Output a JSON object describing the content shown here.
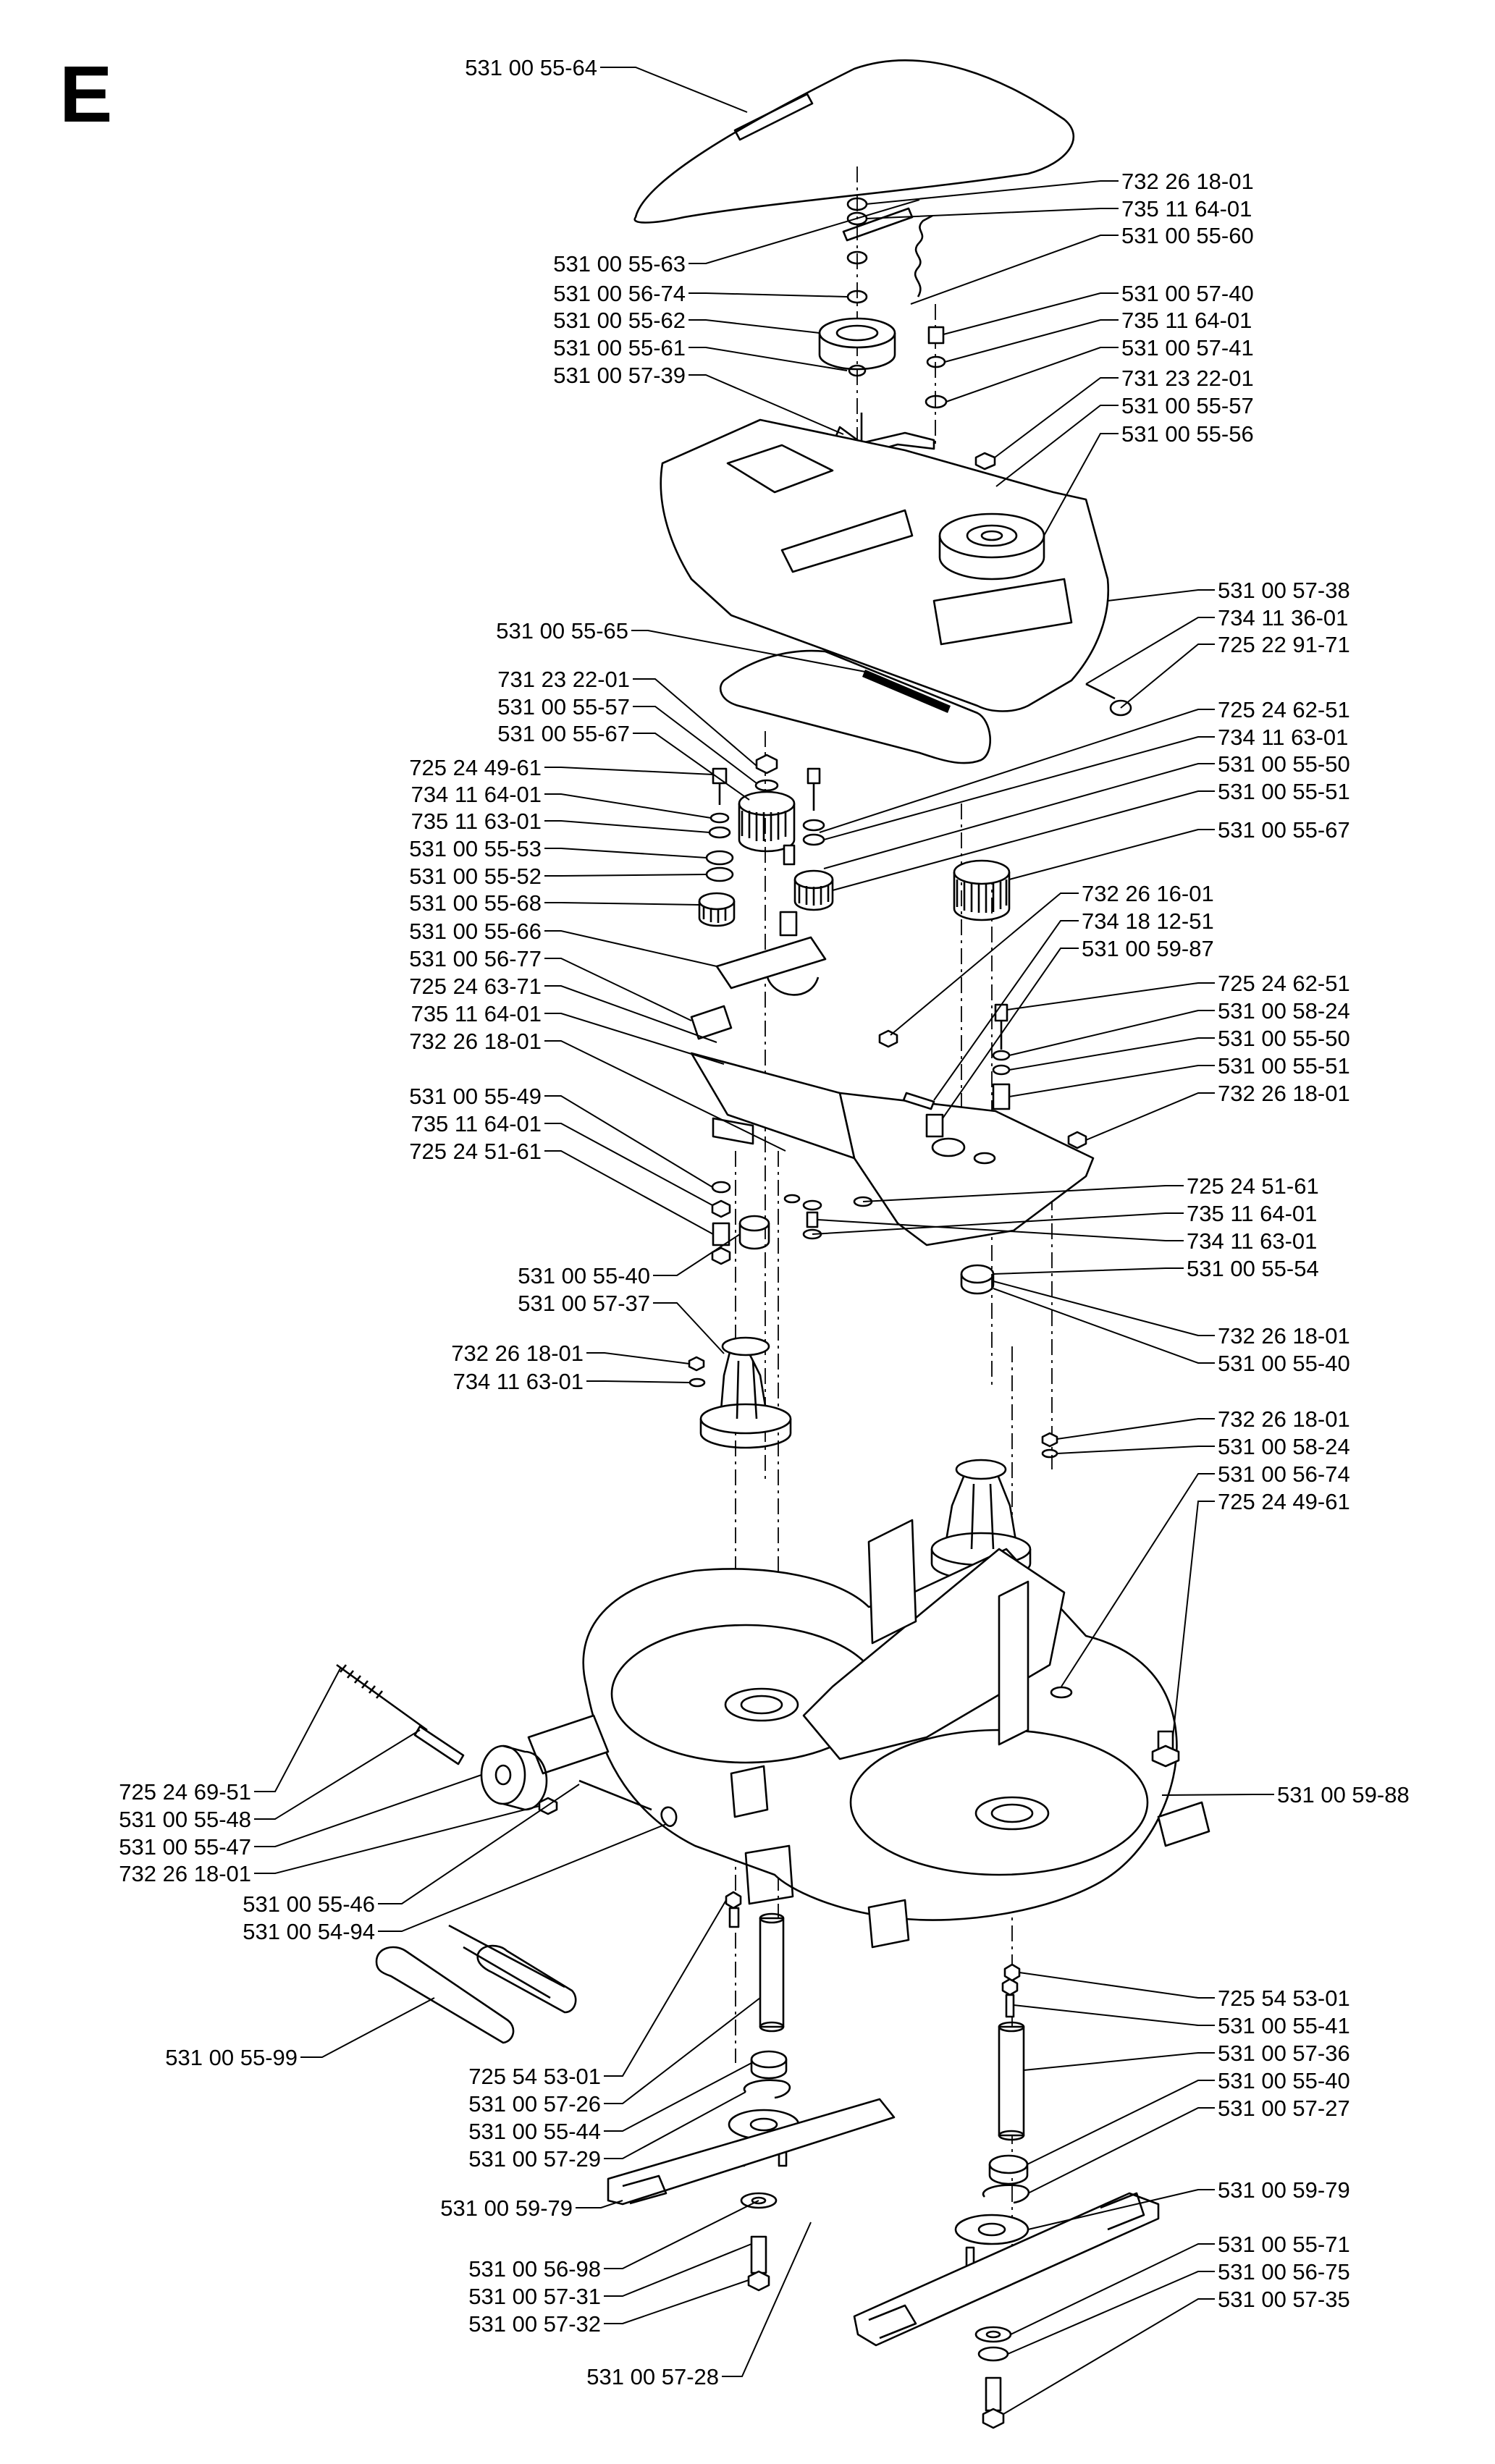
{
  "section_letter": "E",
  "callouts": [
    "531 00 55-64",
    "732 26 18-01",
    "735 11 64-01",
    "531 00 55-60",
    "531 00 55-63",
    "531 00 56-74",
    "531 00 57-40",
    "531 00 55-62",
    "735 11 64-01",
    "531 00 55-61",
    "531 00 57-41",
    "531 00 57-39",
    "731 23 22-01",
    "531 00 55-57",
    "531 00 55-56",
    "531 00 57-38",
    "734 11 36-01",
    "725 22 91-71",
    "531 00 55-65",
    "731 23 22-01",
    "531 00 55-57",
    "531 00 55-67",
    "725 24 62-51",
    "734 11 63-01",
    "725 24 49-61",
    "531 00 55-50",
    "734 11 64-01",
    "531 00 55-51",
    "735 11 63-01",
    "531 00 55-67",
    "531 00 55-53",
    "531 00 55-52",
    "531 00 55-68",
    "732 26 16-01",
    "531 00 55-66",
    "734 18 12-51",
    "531 00 56-77",
    "531 00 59-87",
    "725 24 63-71",
    "725 24 62-51",
    "735 11 64-01",
    "531 00 58-24",
    "732 26 18-01",
    "531 00 55-50",
    "531 00 55-51",
    "732 26 18-01",
    "531 00 55-49",
    "735 11 64-01",
    "725 24 51-61",
    "725 24 51-61",
    "735 11 64-01",
    "734 11 63-01",
    "531 00 55-54",
    "531 00 55-40",
    "531 00 57-37",
    "732 26 18-01",
    "531 00 55-40",
    "732 26 18-01",
    "734 11 63-01",
    "732 26 18-01",
    "531 00 58-24",
    "531 00 56-74",
    "725 24 49-61",
    "725 24 69-51",
    "531 00 55-48",
    "531 00 55-47",
    "732 26 18-01",
    "531 00 59-88",
    "531 00 55-46",
    "531 00 54-94",
    "531 00 55-99",
    "725 54 53-01",
    "531 00 55-41",
    "725 54 53-01",
    "531 00 57-36",
    "531 00 57-26",
    "531 00 55-40",
    "531 00 55-44",
    "531 00 57-27",
    "531 00 57-29",
    "531 00 59-79",
    "531 00 59-79",
    "531 00 55-71",
    "531 00 56-98",
    "531 00 56-75",
    "531 00 57-31",
    "531 00 57-35",
    "531 00 57-32",
    "531 00 57-28"
  ]
}
